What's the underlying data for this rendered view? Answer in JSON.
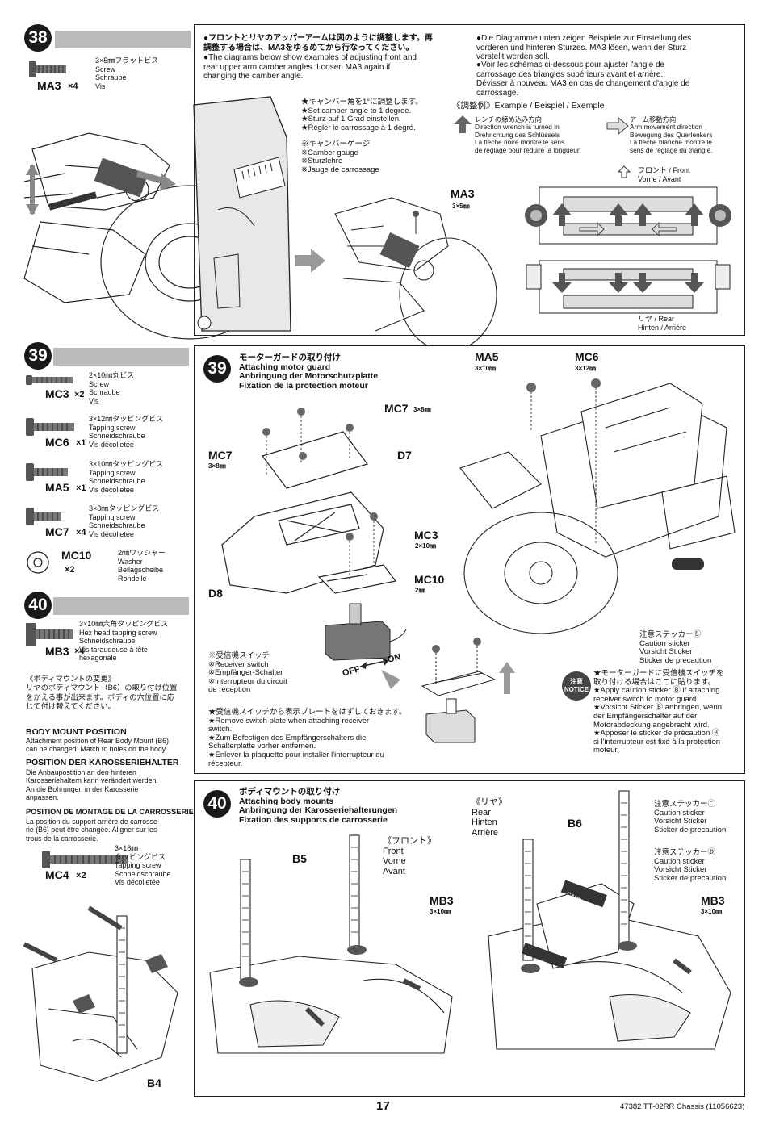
{
  "steps": {
    "s38": {
      "number": "38",
      "jp": "●フロントとリヤのアッパーアームは図のように調整します。再\n調整する場合は、MA3をゆるめてから行なってください。",
      "en": "●The diagrams below show examples of adjusting front and\nrear upper arm camber angles. Loosen MA3 again if\nchanging the camber angle.",
      "de": "●Die Diagramme unten zeigen Beispiele zur Einstellung des\nvorderen und hinteren Sturzes. MA3 lösen, wenn der Sturz\nverstellt werden soll.",
      "fr": "●Voir les schémas ci-dessous pour ajuster l'angle de\ncarrossage des triangles supérieurs avant et arrière.\nDévisser à nouveau MA3 en cas de changement d'angle de\ncarrossage.",
      "camber_note": "★キャンバー角を1°に調整します。\n★Set camber angle to 1 degree.\n★Sturz auf 1 Grad einstellen.\n★Régler le carrossage à 1 degré.",
      "gauge_note": "※キャンバーゲージ\n※Camber gauge\n※Sturzlehre\n※Jauge de carrossage",
      "example_title": "《調整例》Example / Beispiel / Exemple",
      "wrench_note": "レンチの締め込み方向\nDirection wrench is turned in\nDrehrichtung des Schlüssels\nLa flèche noire montre le sens\nde réglage pour réduire la longueur.",
      "arm_note": "アーム移動方向\nArm movement direction\nBewegung des Querlenkers\nLa flèche blanche montre le\nsens de réglage du triangle.",
      "front_label": "フロント / Front\nVorne / Avant",
      "rear_label": "リヤ / Rear\nHinten / Arrière",
      "ma3_label": "MA3",
      "ma3_size": "3×5㎜"
    },
    "s39": {
      "number": "39",
      "title": "モーターガードの取り付け\nAttaching motor guard\nAnbringung der Motorschutzplatte\nFixation de la protection moteur",
      "labels": {
        "ma5": "MA5",
        "ma5s": "3×10㎜",
        "mc6": "MC6",
        "mc6s": "3×12㎜",
        "mc7a": "MC7",
        "mc7as": "3×8㎜",
        "mc7b": "MC7",
        "mc7bs": "3×8㎜",
        "d7": "D7",
        "d8": "D8",
        "mc3": "MC3",
        "mc3s": "2×10㎜",
        "mc10": "MC10",
        "mc10s": "2㎜"
      },
      "switch_note": "※受信機スイッチ\n※Receiver switch\n※Empfänger-Schalter\n※Interrupteur du circuit\nde réception",
      "off": "OFF",
      "on": "ON",
      "plate_note": "★受信機スイッチから表示プレートをはずしておきます。\n★Remove switch plate when attaching receiver\nswitch.\n★Zum Befestigen des Empfängerschalters die\nSchalterplatte vorher entfernen.\n★Enlever la plaquette pour installer l'interrupteur du\nrécepteur.",
      "sticker_b": "注意ステッカーⒷ\nCaution sticker\nVorsicht Sticker\nSticker de precaution",
      "notice_text": "注意\nNOTICE",
      "notice_note": "★モーターガードに受信機スイッチを\n取り付ける場合はここに貼ります。\n★Apply caution sticker Ⓑ if attaching\nreceiver switch to motor guard.\n★Vorsicht Sticker Ⓑ anbringen, wenn\nder Empfängerschalter auf der\nMotorabdeckung angebracht wird.\n★Apposer le sticker de précaution Ⓑ\nsi l'interrupteur est fixé à la protection\nmoteur."
    },
    "s40": {
      "number": "40",
      "title": "ボディマウントの取り付け\nAttaching body mounts\nAnbringung der Karosseriehalterungen\nFixation des supports de carrosserie",
      "front": "《フロント》\nFront\nVorne\nAvant",
      "rear": "《リヤ》\nRear\nHinten\nArrière",
      "b5": "B5",
      "b6": "B6",
      "b4": "B4",
      "mb3a": "MB3",
      "mb3as": "3×10㎜",
      "mb3b": "MB3",
      "mb3bs": "3×10㎜",
      "sticker_c": "注意ステッカーⒸ\nCaution sticker\nVorsicht Sticker\nSticker de precaution",
      "sticker_d": "注意ステッカーⒹ\nCaution sticker\nVorsicht Sticker\nSticker de precaution",
      "caution_text": "CAUTION"
    }
  },
  "left_parts": {
    "ma3": {
      "code": "MA3",
      "qty": "×4",
      "desc": "3×5㎜フラットビス\nScrew\nSchraube\nVis"
    },
    "mc3": {
      "code": "MC3",
      "qty": "×2",
      "desc": "2×10㎜丸ビス\nScrew\nSchraube\nVis"
    },
    "mc6": {
      "code": "MC6",
      "qty": "×1",
      "desc": "3×12㎜タッピングビス\nTapping screw\nSchneidschraube\nVis décolletée"
    },
    "ma5": {
      "code": "MA5",
      "qty": "×1",
      "desc": "3×10㎜タッピングビス\nTapping screw\nSchneidschraube\nVis décolletée"
    },
    "mc7": {
      "code": "MC7",
      "qty": "×4",
      "desc": "3×8㎜タッピングビス\nTapping screw\nSchneidschraube\nVis décolletée"
    },
    "mc10": {
      "code": "MC10",
      "qty": "×2",
      "desc": "2㎜ワッシャー\nWasher\nBeilagscheibe\nRondelle"
    },
    "mb3": {
      "code": "MB3",
      "qty": "×4",
      "desc": "3×10㎜六角タッピングビス\nHex head tapping screw\nSchneidschraube\nVis taraudeuse à tête\nhexagonale"
    },
    "mc4": {
      "code": "MC4",
      "qty": "×2",
      "desc": "3×18㎜\nタッピングビス\nTapping screw\nSchneidschraube\nVis décolletée"
    }
  },
  "body_mount_note": {
    "jp": "《ボディマウントの変更》\nリヤのボディマウント（B6）の取り付け位置\nをかえる事が出来ます。ボディの穴位置に応\nじて付け替えてください。",
    "en_title": "BODY MOUNT POSITION",
    "en": "Attachment position of Rear Body Mount (B6)\ncan be changed. Match to holes on the body.",
    "de_title": "POSITION DER KAROSSERIEHALTER",
    "de": "Die Anbaupostition an den hinteren\nKarosseriehaltern kann verändert werden.\nAn die Bohrungen in der Karosserie\nanpassen.",
    "fr_title": "POSITION DE MONTAGE DE LA CARROSSERIE",
    "fr": "La position du support arrière de carrosse-\nrie (B6) peut être changée. Aligner sur les\ntrous de la carrosserie."
  },
  "footer": {
    "page": "17",
    "code": "47382 TT-02RR Chassis (11056623)"
  }
}
